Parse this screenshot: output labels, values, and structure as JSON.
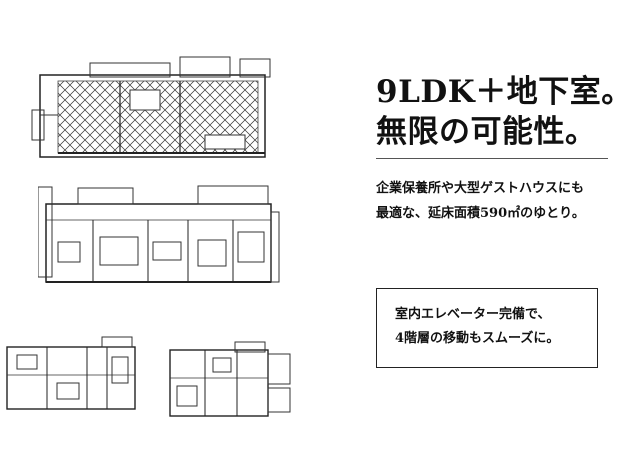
{
  "headline": {
    "line1": "9LDK＋地下室。",
    "line2": "無限の可能性。"
  },
  "description": {
    "line1": "企業保養所や大型ゲストハウスにも",
    "line2": "最適な、延床面積590㎡のゆとり。"
  },
  "note": {
    "line1": "室内エレベーター完備で、",
    "line2": "4階層の移動もスムーズに。"
  },
  "colors": {
    "text": "#111111",
    "line": "#222222",
    "background": "#ffffff"
  }
}
